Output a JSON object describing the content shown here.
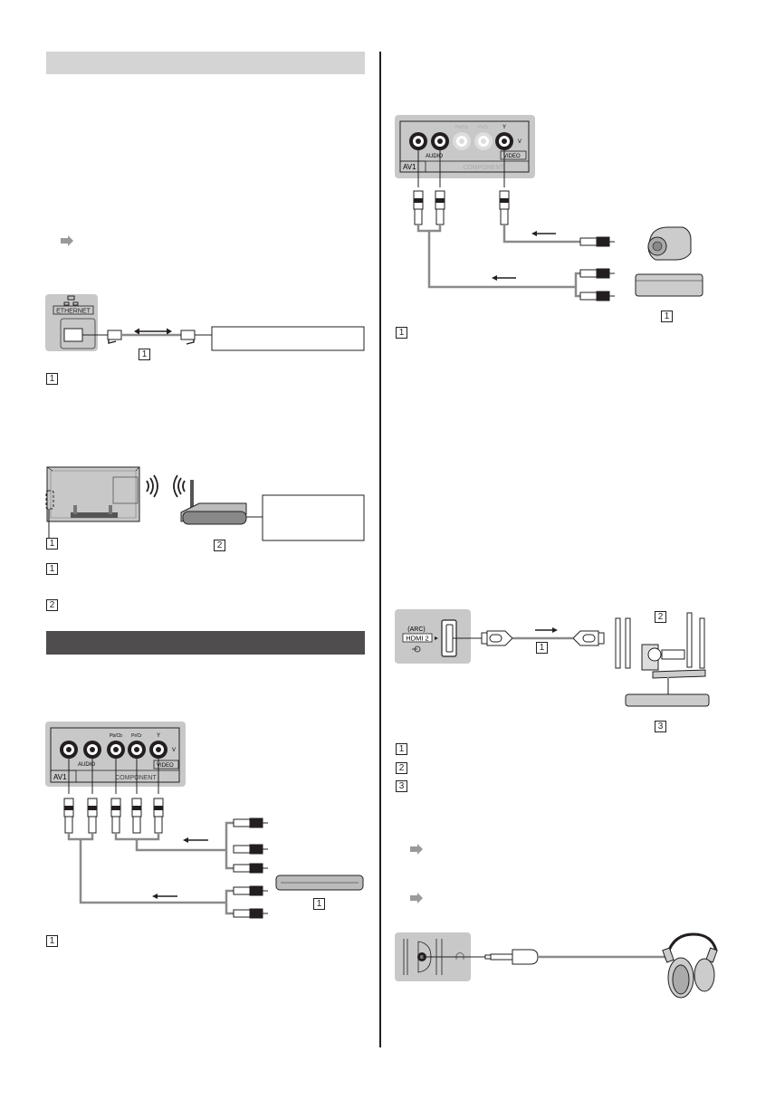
{
  "page": {
    "left_column": {
      "section_network": {
        "header_style": "light-gray",
        "wired": {
          "port_label": "ETHERNET",
          "callout": "1",
          "legend": [
            {
              "num": "1"
            }
          ]
        },
        "wireless": {
          "callouts": [
            "1",
            "2"
          ],
          "legend": [
            {
              "num": "1"
            },
            {
              "num": "2"
            }
          ]
        }
      },
      "section_av": {
        "header_style": "dark-gray",
        "component": {
          "port_labels": {
            "audio": "AUDIO",
            "pb": "Pb/Cb",
            "pr": "Pr/Cr",
            "y": "Y",
            "v": "V",
            "video": "VIDEO",
            "av": "AV1",
            "component": "COMPONENT"
          },
          "callout": "1",
          "legend": [
            {
              "num": "1"
            }
          ]
        }
      }
    },
    "right_column": {
      "composite": {
        "port_labels": {
          "audio": "AUDIO",
          "pb": "Pb/Cb",
          "pr": "Pr/Cr",
          "y": "Y",
          "v": "V",
          "video": "VIDEO",
          "av": "AV1",
          "component": "COMPONENT"
        },
        "callout": "1",
        "legend": [
          {
            "num": "1"
          }
        ]
      },
      "hdmi_arc": {
        "port_labels": {
          "arc": "(ARC)",
          "hdmi": "HDMI 2"
        },
        "callouts": [
          "1",
          "2",
          "3"
        ],
        "legend": [
          {
            "num": "1"
          },
          {
            "num": "2"
          },
          {
            "num": "3"
          }
        ]
      },
      "headphones": {
        "port_icon": "headphone-icon"
      }
    },
    "colors": {
      "light_header": "#d4d4d4",
      "dark_header": "#4f4d4e",
      "panel_bg": "#c8c8c8",
      "cable": "#8a8a8a",
      "text": "#231f20",
      "ref_arrow": "#9a9a9a"
    }
  }
}
